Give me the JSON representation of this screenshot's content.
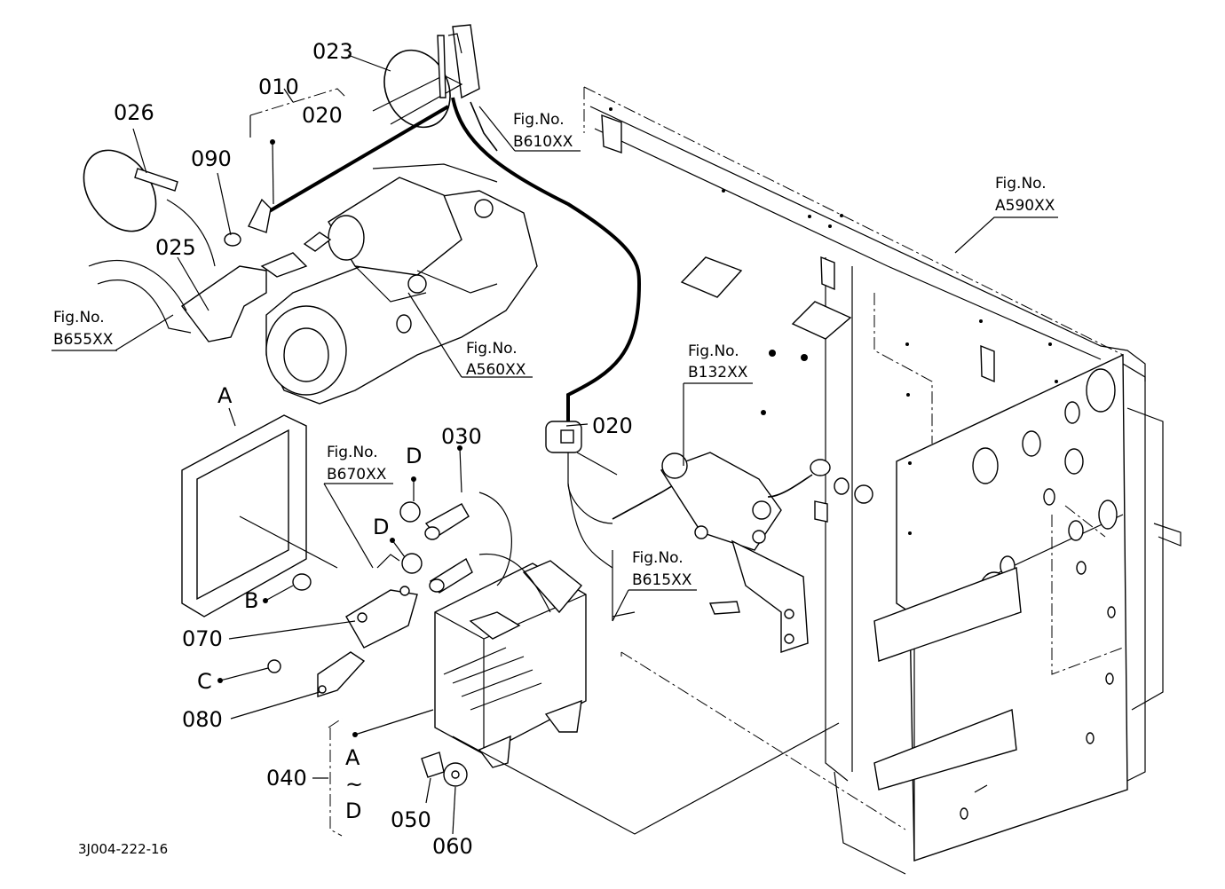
{
  "part_labels": {
    "p023": "023",
    "p010": "010",
    "p020_top": "020",
    "p026": "026",
    "p090": "090",
    "p025": "025",
    "p020_mid": "020",
    "p030": "030",
    "pD1": "D",
    "pD2": "D",
    "pA_top": "A",
    "pB": "B",
    "p070": "070",
    "pC": "C",
    "p080": "080",
    "p040": "040",
    "pA_range": "A",
    "p_tilde": "~",
    "pD_range": "D",
    "p050": "050",
    "p060": "060"
  },
  "figure_refs": {
    "b610": {
      "line1": "Fig.No.",
      "line2": "B610XX"
    },
    "a590": {
      "line1": "Fig.No.",
      "line2": "A590XX"
    },
    "b655": {
      "line1": "Fig.No.",
      "line2": "B655XX"
    },
    "a560": {
      "line1": "Fig.No.",
      "line2": "A560XX"
    },
    "b132": {
      "line1": "Fig.No.",
      "line2": "B132XX"
    },
    "b670": {
      "line1": "Fig.No.",
      "line2": "B670XX"
    },
    "b615": {
      "line1": "Fig.No.",
      "line2": "B615XX"
    }
  },
  "drawing_code": "3J004-222-16"
}
